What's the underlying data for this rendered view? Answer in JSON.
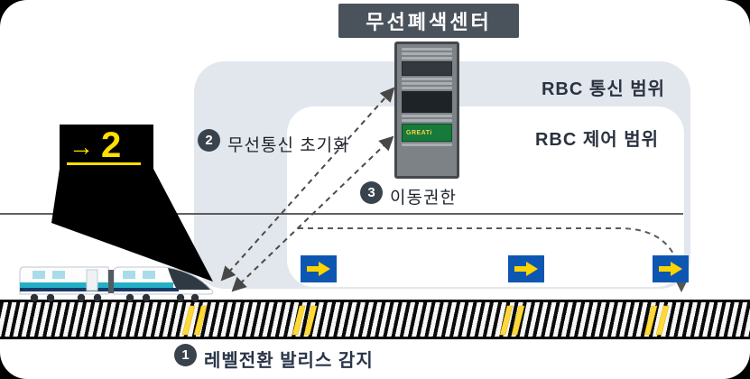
{
  "header": {
    "title": "무선폐색센터"
  },
  "zones": {
    "comm_label": "RBC 통신 범위",
    "control_label": "RBC 제어 범위"
  },
  "steps": {
    "balise_detect": {
      "num": "1",
      "label": "레벨전환 발리스 감지"
    },
    "radio_init": {
      "num": "2",
      "label": "무선통신 초기화"
    },
    "movement_auth": {
      "num": "3",
      "label": "이동권한"
    }
  },
  "cab_signal": {
    "arrow": "→",
    "level": "2"
  },
  "rack": {
    "label": "GREATi"
  },
  "colors": {
    "zone_fill": "#e2e6ed",
    "marker_blue": "#0d57b3",
    "signal_yellow": "#ffd400",
    "badge_dark": "#39434d",
    "title_bg": "#4a525c",
    "train_teal": "#23b0c6"
  }
}
